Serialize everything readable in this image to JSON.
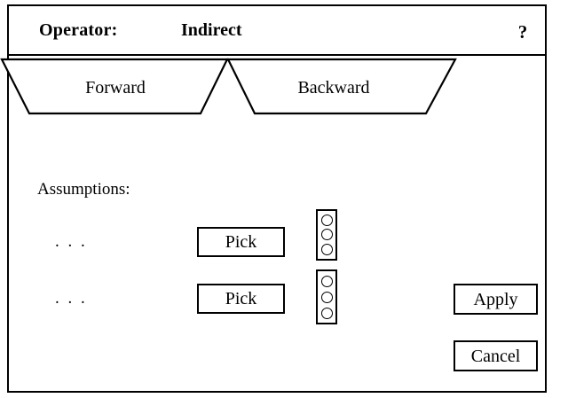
{
  "dialog": {
    "title_label": "Operator:",
    "operator_value": "Indirect",
    "help_glyph": "?"
  },
  "tabs": [
    {
      "id": "forward",
      "label": "Forward",
      "selected": true
    },
    {
      "id": "backward",
      "label": "Backward",
      "selected": false
    }
  ],
  "body": {
    "assumptions_label": "Assumptions:",
    "rows": [
      {
        "ellipsis": ". . .",
        "pick_label": "Pick",
        "indicators": [
          "radio-empty",
          "radio-empty",
          "radio-empty"
        ]
      },
      {
        "ellipsis": ". . .",
        "pick_label": "Pick",
        "indicators": [
          "radio-empty",
          "radio-empty",
          "radio-empty"
        ]
      }
    ]
  },
  "actions": {
    "apply_label": "Apply",
    "cancel_label": "Cancel"
  },
  "colors": {
    "background": "#ffffff",
    "border": "#000000",
    "text": "#000000"
  }
}
